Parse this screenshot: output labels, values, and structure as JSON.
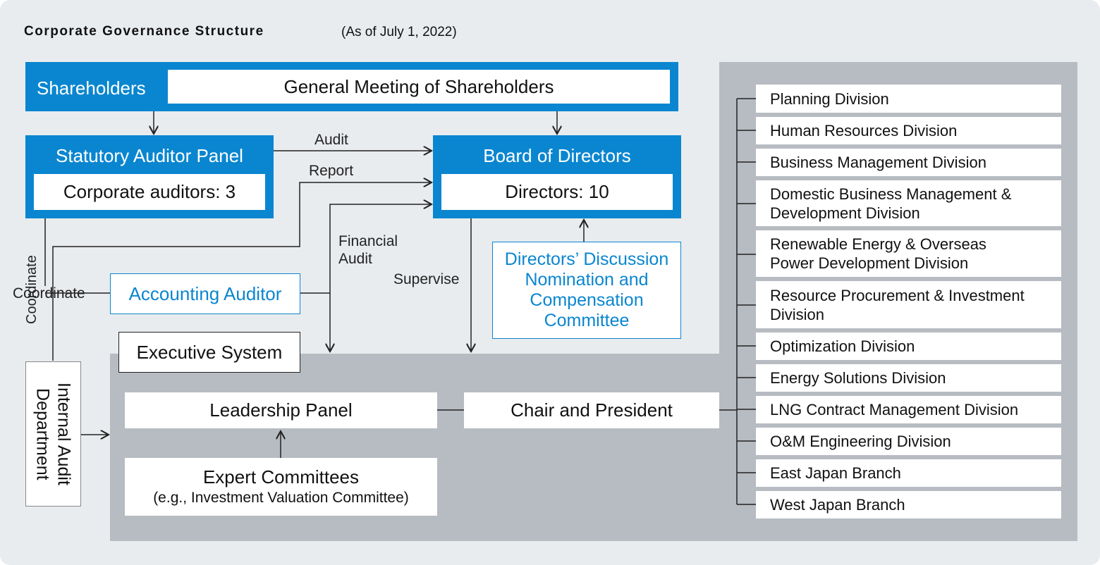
{
  "header": {
    "title": "Corporate Governance Structure",
    "as_of": "(As of July 1, 2022)"
  },
  "shareholders": {
    "label": "Shareholders",
    "meeting": "General Meeting of Shareholders"
  },
  "auditor_panel": {
    "title": "Statutory Auditor Panel",
    "count": "Corporate auditors: 3"
  },
  "board": {
    "title": "Board of Directors",
    "count": "Directors: 10"
  },
  "committee": {
    "line1": "Directors’ Discussion",
    "line2": "Nomination and",
    "line3": "Compensation",
    "line4": "Committee"
  },
  "accounting_auditor": "Accounting Auditor",
  "internal_audit": {
    "line1": "Internal Audit",
    "line2": "Department"
  },
  "executive": {
    "title": "Executive System",
    "leadership_panel": "Leadership Panel",
    "chair_president": "Chair and President",
    "expert_title": "Expert Committees",
    "expert_sub": "(e.g., Investment Valuation Committee)"
  },
  "edge_labels": {
    "audit": "Audit",
    "report": "Report",
    "financial_audit_1": "Financial",
    "financial_audit_2": "Audit",
    "supervise": "Supervise",
    "coordinate": "Coordinate"
  },
  "divisions": [
    {
      "line1": "Planning Division"
    },
    {
      "line1": "Human Resources Division"
    },
    {
      "line1": "Business Management Division"
    },
    {
      "line1": "Domestic Business Management &",
      "line2": "Development Division"
    },
    {
      "line1": "Renewable Energy & Overseas",
      "line2": "Power Development Division"
    },
    {
      "line1": "Resource Procurement & Investment",
      "line2": "Division"
    },
    {
      "line1": "Optimization Division"
    },
    {
      "line1": "Energy Solutions Division"
    },
    {
      "line1": "LNG Contract Management Division"
    },
    {
      "line1": "O&M Engineering Division"
    },
    {
      "line1": "East Japan Branch"
    },
    {
      "line1": "West Japan Branch"
    }
  ],
  "colors": {
    "accent_blue": "#0a86d0",
    "background": "#e9ecef",
    "executive_gray": "#b7bcc2",
    "text": "#111111"
  }
}
